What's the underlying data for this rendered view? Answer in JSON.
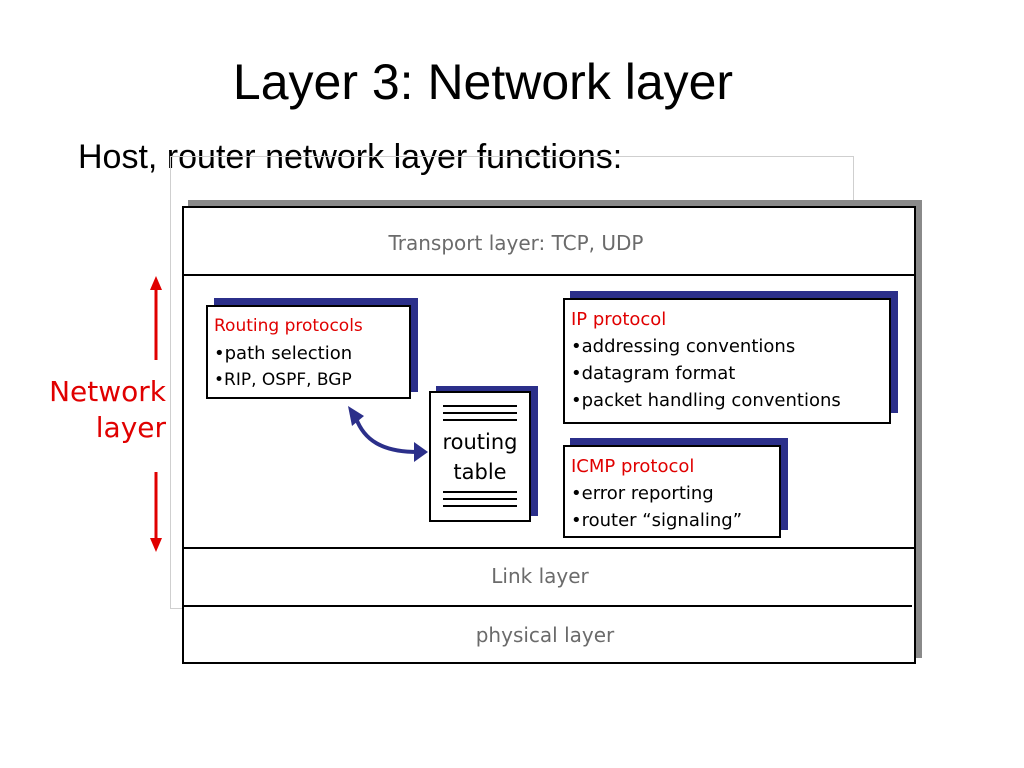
{
  "title": "Layer 3: Network layer",
  "subtitle": "Host, router network layer functions:",
  "layers": {
    "transport": "Transport layer: TCP, UDP",
    "link": "Link layer",
    "physical": "physical layer"
  },
  "network_label": [
    "Network",
    "layer"
  ],
  "routing_protocols": {
    "heading": "Routing protocols",
    "items": [
      "•path selection",
      "•RIP, OSPF, BGP"
    ]
  },
  "routing_table": [
    "routing",
    "table"
  ],
  "ip_protocol": {
    "heading": "IP protocol",
    "items": [
      "•addressing conventions",
      "•datagram format",
      "•packet handling conventions"
    ]
  },
  "icmp_protocol": {
    "heading": "ICMP protocol",
    "items": [
      "•error reporting",
      "•router “signaling”"
    ]
  },
  "colors": {
    "accent_red": "#e00000",
    "shadow_blue": "#2b2f8a",
    "arrow_blue": "#2b2f8a",
    "layer_text_gray": "#6b6b6b"
  },
  "icons": {
    "curved_arrow": "double-headed-curved-arrow-icon",
    "vertical_arrows": "red-up-down-arrow-icon"
  }
}
